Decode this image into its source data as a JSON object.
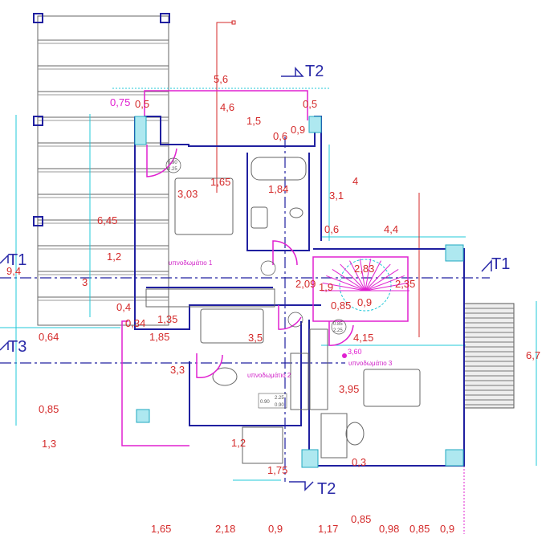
{
  "title": "Floor plan - bedrooms level",
  "rooms": {
    "bedroom1": "υπνοδωμάτιο 1",
    "bedroom2": "υπνοδωμάτιο 2",
    "bedroom3": "υπνοδωμάτιο 3"
  },
  "sections": {
    "t1": "T1",
    "t2": "T2",
    "t3": "T3"
  },
  "level_mark": "3,60",
  "dims": [
    "5,6",
    "4,6",
    "1,5",
    "0,6",
    "0,9",
    "0,5",
    "0,5",
    "1,65",
    "1,84",
    "3,03",
    "3,1",
    "4",
    "6,45",
    "0,6",
    "4,4",
    "1,2",
    "2,83",
    "9,4",
    "3",
    "2,09",
    "1,9",
    "2,35",
    "0,85",
    "0,9",
    "0,4",
    "1,35",
    "0,34",
    "1,85",
    "0,64",
    "4,15",
    "3,5",
    "3,3",
    "6,7",
    "3,95",
    "0,85",
    "1,3",
    "1,2",
    "0,3",
    "1,75"
  ],
  "pink_dims": [
    "0,75"
  ],
  "bottom_dims": [
    "1,65",
    "2,18",
    "0,9",
    "1,17",
    "0,85",
    "0,98",
    "0,85",
    "0,9"
  ],
  "door_tags": {
    "w1": "0.90",
    "h1": "2.25",
    "w2": "0.85",
    "h2": "2.25",
    "win_w": "0.90",
    "win_h": "2.25",
    "win_s": "0.90"
  },
  "colors": {
    "dim": "#d42a2a",
    "wall": "#2020a0",
    "aux": "#20c8d8",
    "pink": "#e020d0"
  }
}
